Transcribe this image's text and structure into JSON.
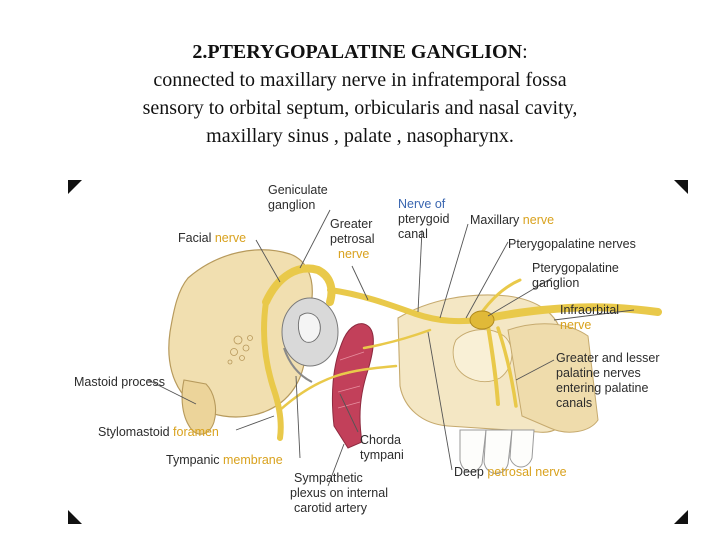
{
  "slide": {
    "heading": "2.PTERYGOPALATINE GANGLION",
    "heading_colon": ":",
    "line2": "connected to maxillary nerve in infratemporal fossa",
    "line3": "sensory to orbital septum, orbicularis and nasal cavity,",
    "line4": "maxillary sinus , palate , nasopharynx."
  },
  "diagram": {
    "colors": {
      "nerve": "#e9c94a",
      "bone": "#f1dfb0",
      "artery": "#c2405a",
      "label_highlight": "#d9a21e",
      "label_blue": "#3a66b0"
    },
    "labels": {
      "geniculate_1": "Geniculate",
      "geniculate_2": "ganglion",
      "facial_a": "Facial ",
      "facial_b": "nerve",
      "greater_petrosal_1": "Greater",
      "greater_petrosal_2": "petrosal",
      "greater_petrosal_3": "nerve",
      "nerve_of_pterygoid_1": "Nerve of",
      "nerve_of_pterygoid_2": "pterygoid",
      "nerve_of_pterygoid_3": "canal",
      "maxillary_a": "Maxillary ",
      "maxillary_b": "nerve",
      "ptp_nerves": "Pterygopalatine nerves",
      "ptp_ganglion_1": "Pterygopalatine",
      "ptp_ganglion_2": "ganglion",
      "infraorbital_1": "Infraorbital",
      "infraorbital_2": "nerve",
      "palatine_1": "Greater and lesser",
      "palatine_2": "palatine nerves",
      "palatine_3": "entering palatine",
      "palatine_4": "canals",
      "mastoid": "Mastoid process",
      "stylomastoid_a": "Stylomastoid ",
      "stylomastoid_b": "foramen",
      "tympanic_a": "Tympanic ",
      "tympanic_b": "membrane",
      "chorda_1": "Chorda",
      "chorda_2": "tympani",
      "sympathetic_1": "Sympathetic",
      "sympathetic_2": "plexus on internal",
      "sympathetic_3": "carotid artery",
      "deep_petrosal_a": "Deep ",
      "deep_petrosal_b": "petrosal nerve"
    }
  }
}
